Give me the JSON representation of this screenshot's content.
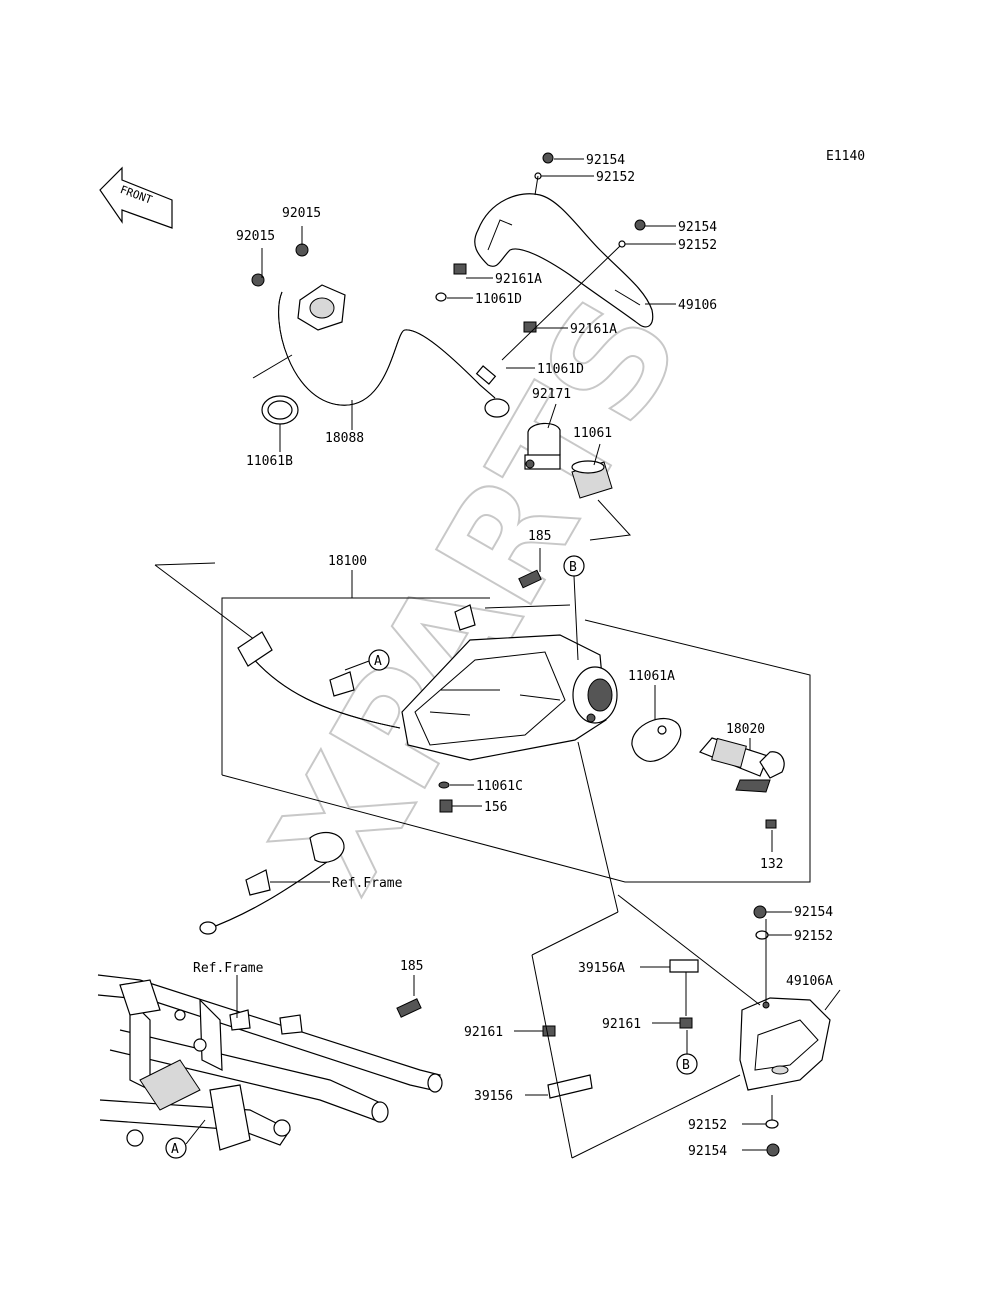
{
  "diagram_code": "E1140",
  "front_label": "FRONT",
  "watermark": "XPARTS",
  "parts": {
    "p92154_a": "92154",
    "p92152_a": "92152",
    "p92154_b": "92154",
    "p92152_b": "92152",
    "p92015_a": "92015",
    "p92015_b": "92015",
    "p92161A_a": "92161A",
    "p11061D_a": "11061D",
    "p49106": "49106",
    "p92161A_b": "92161A",
    "p11061D_b": "11061D",
    "p92171": "92171",
    "p11061B": "11061B",
    "p18088": "18088",
    "p11061": "11061",
    "p185_a": "185",
    "p18100": "18100",
    "p11061A": "11061A",
    "p18020": "18020",
    "p11061C": "11061C",
    "p156": "156",
    "p132": "132",
    "ref_frame_a": "Ref.Frame",
    "ref_frame_b": "Ref.Frame",
    "p185_b": "185",
    "p92154_c": "92154",
    "p92152_c": "92152",
    "p39156A": "39156A",
    "p49106A": "49106A",
    "p92161_a": "92161",
    "p92161_b": "92161",
    "p39156": "39156",
    "p92152_d": "92152",
    "p92154_d": "92154"
  },
  "callouts": {
    "A_top": "A",
    "A_bottom": "A",
    "B_top": "B",
    "B_bottom": "B"
  }
}
